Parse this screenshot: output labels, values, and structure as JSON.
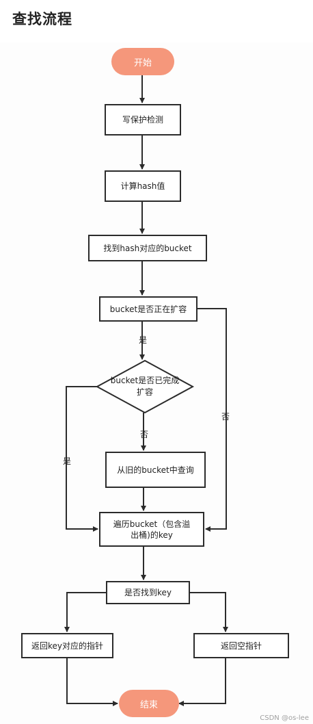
{
  "title": "查找流程",
  "flowchart": {
    "start": "开始",
    "end": "结束",
    "nodes": {
      "write_check": "写保护检测",
      "calc_hash": "计算hash值",
      "find_bucket": "找到hash对应的bucket",
      "is_expanding": "bucket是否正在扩容",
      "is_expand_done_line1": "bucket是否已完成",
      "is_expand_done_line2": "扩容",
      "query_old": "从旧的bucket中查询",
      "traverse_line1": "遍历bucket（包含溢",
      "traverse_line2": "出桶)的key",
      "found_key": "是否找到key",
      "return_ptr": "返回key对应的指针",
      "return_null": "返回空指针"
    },
    "labels": {
      "yes_expanding": "是",
      "no_expanding": "否",
      "yes_done": "是",
      "no_done": "否"
    }
  },
  "watermark": "CSDN @os-lee"
}
